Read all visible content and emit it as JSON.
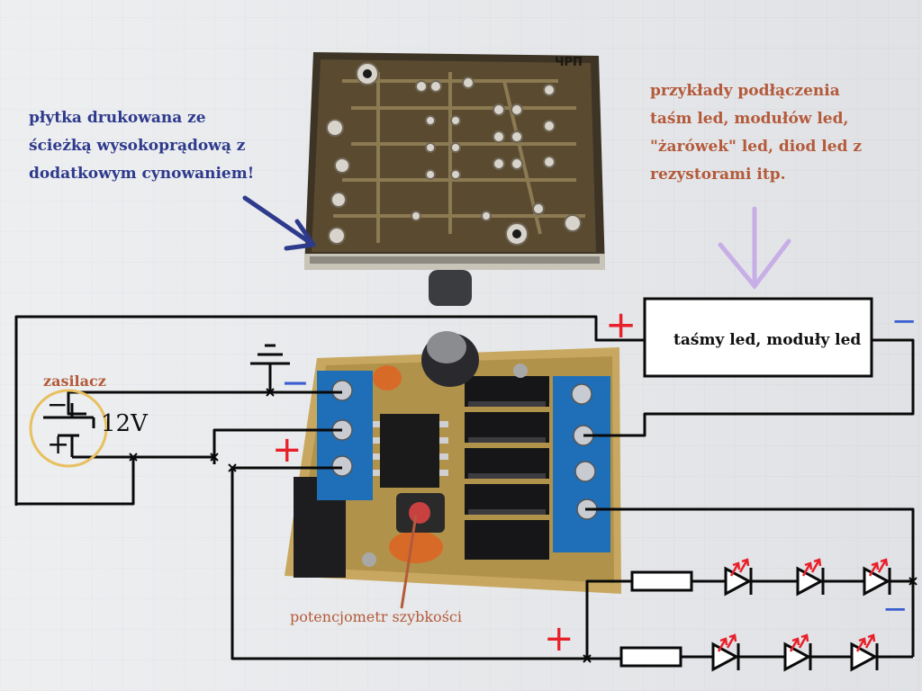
{
  "annotations": {
    "pcb_note": [
      "płytka drukowana ze",
      "ścieżką wysokoprądową z",
      "dodatkowym cynowaniem!"
    ],
    "examples_note": [
      "przykłady podłączenia",
      "taśm led, modułów led,",
      "\"żarówek\" led,  diod led z",
      "rezystorami itp."
    ],
    "led_box_label": "taśmy led, moduły led",
    "psu_label": "zasilacz",
    "voltage_label": "12V",
    "pot_label": "potencjometr szybkości",
    "pcb_marking": "ЧРП"
  },
  "symbols": {
    "plus": "+",
    "minus": "−"
  },
  "colors": {
    "annotation_blue": "#2e3a8c",
    "annotation_brown": "#b45a3a",
    "polarity_red": "#e8202a",
    "polarity_blue": "#3a5fd0",
    "terminal_blue": "#1f6fb8",
    "arrow_lilac": "#c8aee6",
    "psu_ring": "#e8c060",
    "wire": "#0a0a0a"
  }
}
